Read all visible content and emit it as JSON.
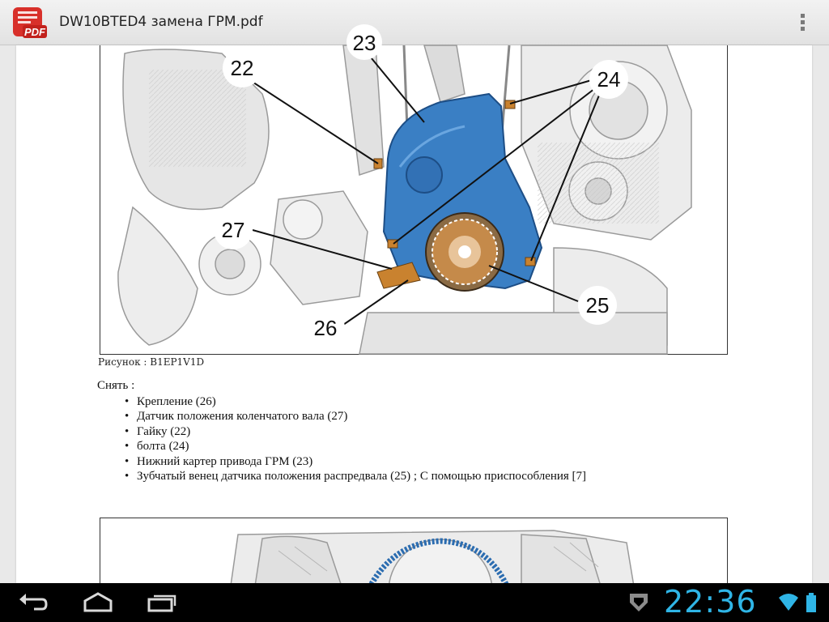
{
  "app": {
    "icon_text": "PDF",
    "title": "DW10BTED4 замена ГРМ.pdf",
    "brand_color": "#d8302a"
  },
  "document": {
    "figure1": {
      "callouts": [
        "22",
        "23",
        "24",
        "25",
        "26",
        "27"
      ],
      "caption": "Рисунок : B1EP1V1D"
    },
    "remove_heading": "Снять :",
    "steps": [
      "Крепление (26)",
      "Датчик положения коленчатого вала (27)",
      "Гайку (22)",
      "болта (24)",
      "Нижний картер привода ГРМ (23)",
      "Зубчатый венец датчика положения распредвала (25) ; С помощью приспособления [7]"
    ],
    "bullet": "•"
  },
  "system_bar": {
    "clock": "22:36",
    "clock_color": "#2fb5e6",
    "icons": [
      "back-icon",
      "home-icon",
      "recent-apps-icon",
      "notification-icon",
      "wifi-icon",
      "battery-icon"
    ]
  }
}
